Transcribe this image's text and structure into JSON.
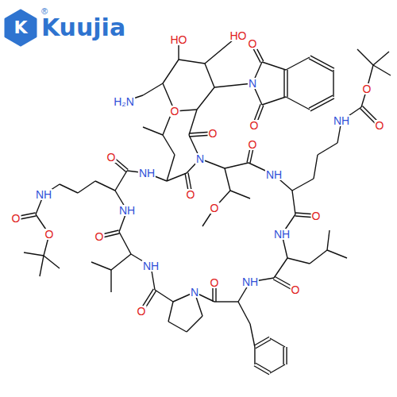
{
  "diagram": {
    "labels": [
      "K",
      "Kuujia",
      "®",
      "HO",
      "HO",
      "H₂N",
      "O",
      "N",
      "O",
      "O",
      "NH",
      "O",
      "O",
      "O",
      "O",
      "N",
      "O",
      "NH",
      "O",
      "NH",
      "O",
      "NH",
      "O",
      "N",
      "O",
      "NH",
      "O",
      "NH",
      "O",
      "NH",
      "O",
      "NH",
      "O",
      "O"
    ]
  }
}
